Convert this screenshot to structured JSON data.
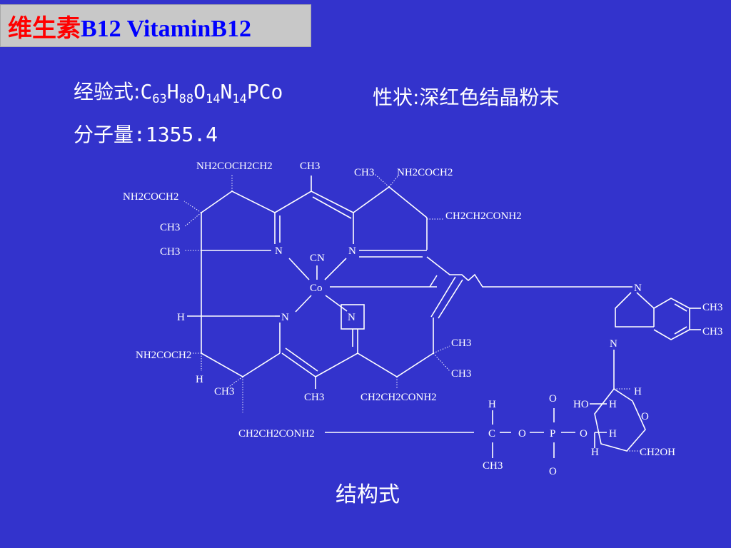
{
  "title": {
    "text_zh": "维生素",
    "text_en": "B12 VitaminB12",
    "zh_color": "#ff0000",
    "en_color": "#0000ff"
  },
  "formula": {
    "label": "经验式:",
    "parts": [
      {
        "el": "C",
        "n": "63"
      },
      {
        "el": "H",
        "n": "88"
      },
      {
        "el": "O",
        "n": "14"
      },
      {
        "el": "N",
        "n": "14"
      },
      {
        "el": "PCo",
        "n": ""
      }
    ]
  },
  "properties": "性状:深红色结晶粉末",
  "molecular_weight": "分子量:1355.4",
  "caption": "结构式",
  "structure_labels": {
    "nh2cochh2ch2_top": "NH2COCH2CH2",
    "ch3_top": "CH3",
    "ch3_topright": "CH3",
    "nh2coch2_topright": "NH2COCH2",
    "nh2coch2_left": "NH2COCH2",
    "ch2ch2conh2_right": "CH2CH2CONH2",
    "ch3_left1": "CH3",
    "ch3_left2": "CH3",
    "n_tl": "N",
    "n_tr": "N",
    "cn": "CN",
    "co": "Co",
    "n_bl": "N",
    "n_br": "N",
    "n_bz": "N",
    "n_bz2": "N",
    "h_left": "H",
    "nh2coch2_left2": "NH2COCH2",
    "h_left2": "H",
    "ch3_bl": "CH3",
    "ch3_bottom": "CH3",
    "ch2ch2conh2_bottom": "CH2CH2CONH2",
    "ch3_mid1": "CH3",
    "ch3_mid2": "CH3",
    "ch3_bz1": "CH3",
    "ch3_bz2": "CH3",
    "ch2ch2conh2_low": "CH2CH2CONH2",
    "h_c": "H",
    "c": "C",
    "ch3_c": "CH3",
    "o_link": "O",
    "p": "P",
    "o_top": "O",
    "o_bottom": "O",
    "o_link2": "O",
    "h_sugar_top": "H",
    "ho": "HO",
    "h_sugar1": "H",
    "o_ring": "O",
    "h_sugar2": "H",
    "h_sugar3": "H",
    "ch2oh": "CH2OH"
  }
}
